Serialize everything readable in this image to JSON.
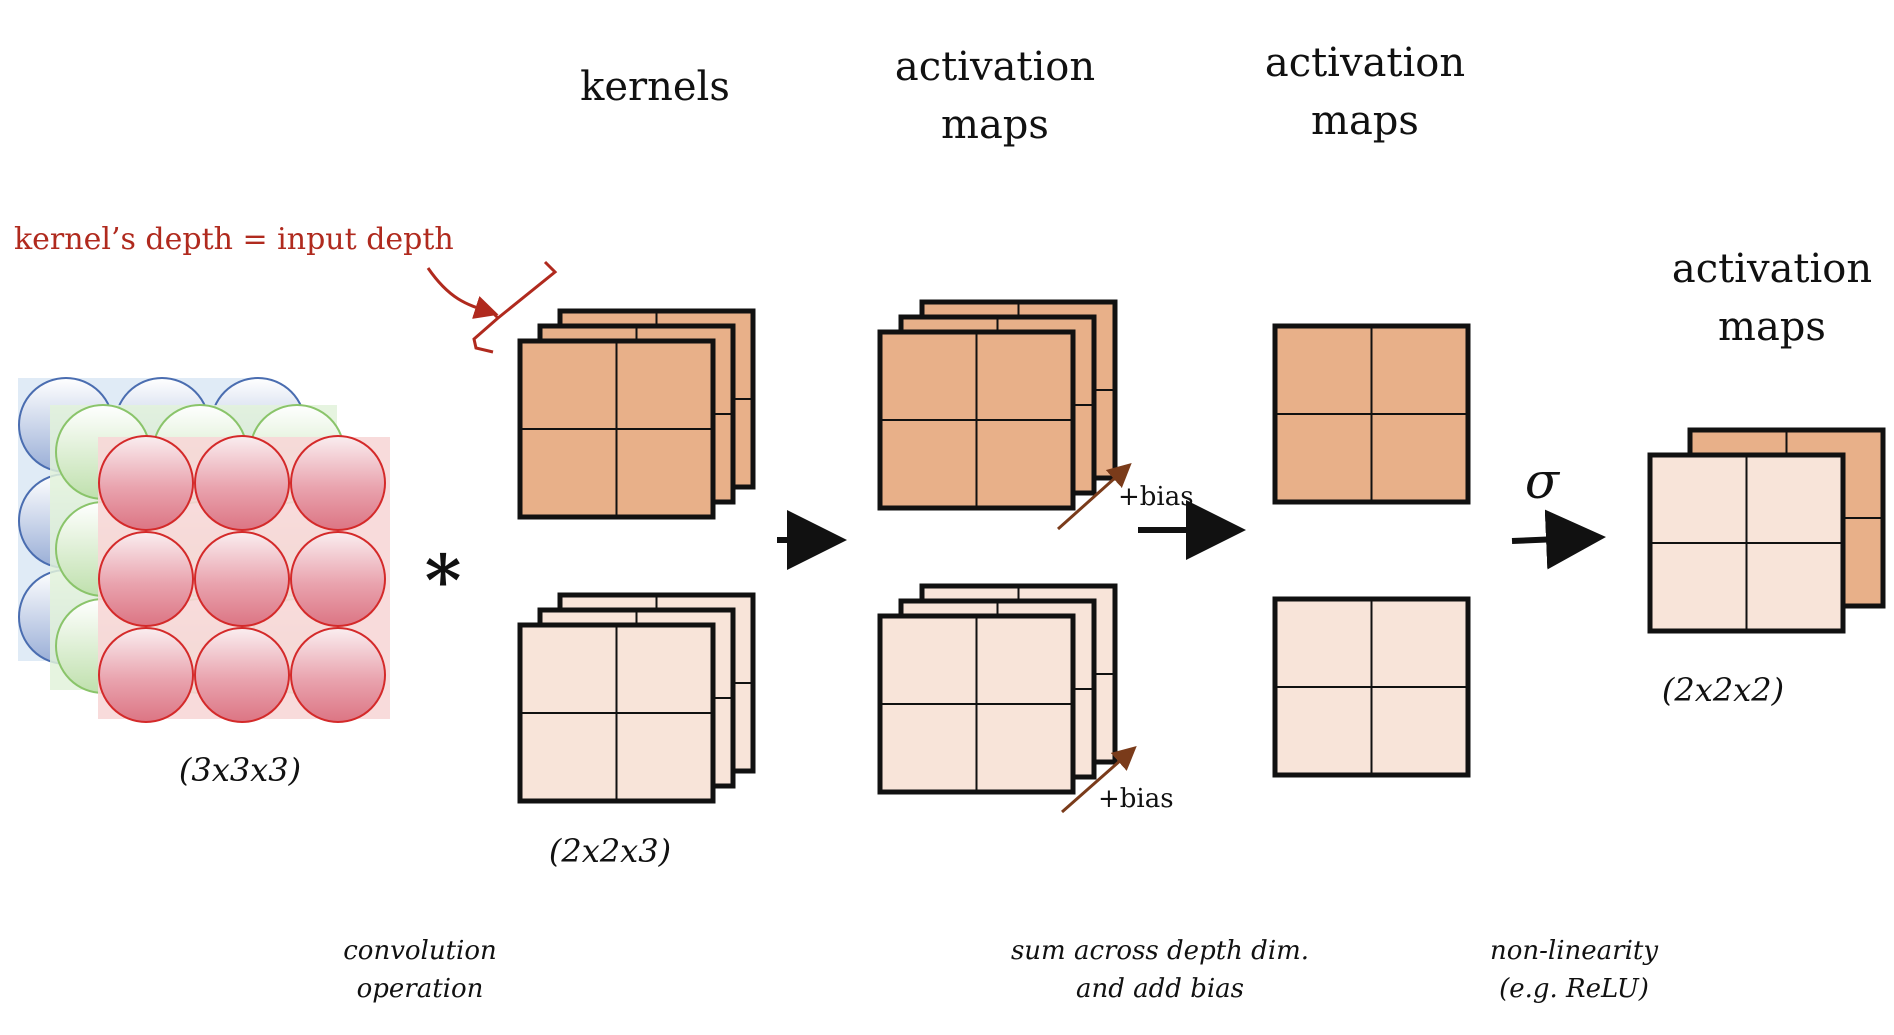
{
  "colors": {
    "orange": "#e8b089",
    "peach": "#f8e4d9",
    "red_annotation": "#b02a1e",
    "bias_arrow": "#7a3b1a",
    "sphere_blue": "#4a6db0",
    "sphere_green": "#8ac46a",
    "sphere_red": "#d42a2a",
    "panel_blue": "#dbe7f5",
    "panel_green": "#e2f2da",
    "panel_red": "#f7d7d7"
  },
  "headers": {
    "kernels": "kernels",
    "activation1_line1": "activation",
    "activation1_line2": "maps",
    "activation2_line1": "activation",
    "activation2_line2": "maps",
    "activation3_line1": "activation",
    "activation3_line2": "maps"
  },
  "annotation": {
    "depth_note": "kernel’s depth = input depth"
  },
  "symbols": {
    "convolution": "*",
    "sigma": "σ"
  },
  "dimensions": {
    "input": "(3x3x3)",
    "kernel": "(2x2x3)",
    "output": "(2x2x2)"
  },
  "bias_labels": {
    "top": "+bias",
    "bottom": "+bias"
  },
  "captions": {
    "conv_line1": "convolution",
    "conv_line2": "operation",
    "sum_line1": "sum across depth dim.",
    "sum_line2": "and add bias",
    "nonlin_line1": "non-linearity",
    "nonlin_line2": "(e.g. ReLU)"
  },
  "icons": {
    "arrow": "arrow-right-icon",
    "bias_arrow": "diagonal-arrow-icon",
    "bracket": "bracket-icon",
    "curved_arrow": "curved-arrow-icon"
  }
}
